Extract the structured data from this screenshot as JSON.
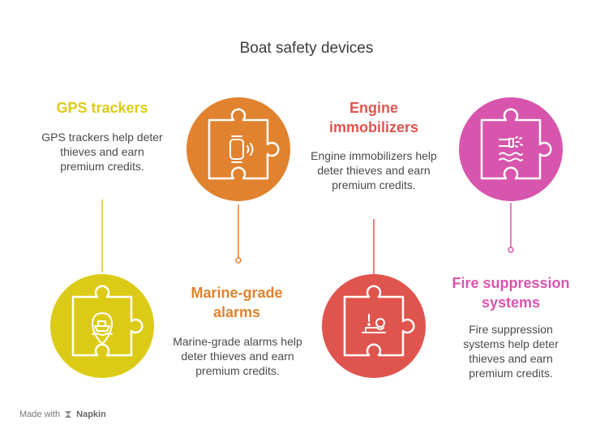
{
  "title": "Boat safety devices",
  "colors": {
    "gps": "#dccb16",
    "alarms": "#e0822e",
    "immobilizers": "#e0544e",
    "fire": "#d855ad"
  },
  "steps": [
    {
      "heading": "GPS trackers",
      "description": "GPS trackers help deter thieves and earn premium credits.",
      "icon": "boat-location-icon"
    },
    {
      "heading": "Marine-grade alarms",
      "description": "Marine-grade alarms help deter thieves and earn premium credits.",
      "icon": "wearable-signal-icon"
    },
    {
      "heading": "Engine immobilizers",
      "description": "Engine immobilizers help deter thieves and earn premium credits.",
      "icon": "engine-warning-icon"
    },
    {
      "heading": "Fire suppression systems",
      "description": "Fire suppression systems help deter thieves and earn premium credits.",
      "icon": "water-spray-icon"
    }
  ],
  "footer": {
    "made_with": "Made with",
    "brand": "Napkin"
  }
}
